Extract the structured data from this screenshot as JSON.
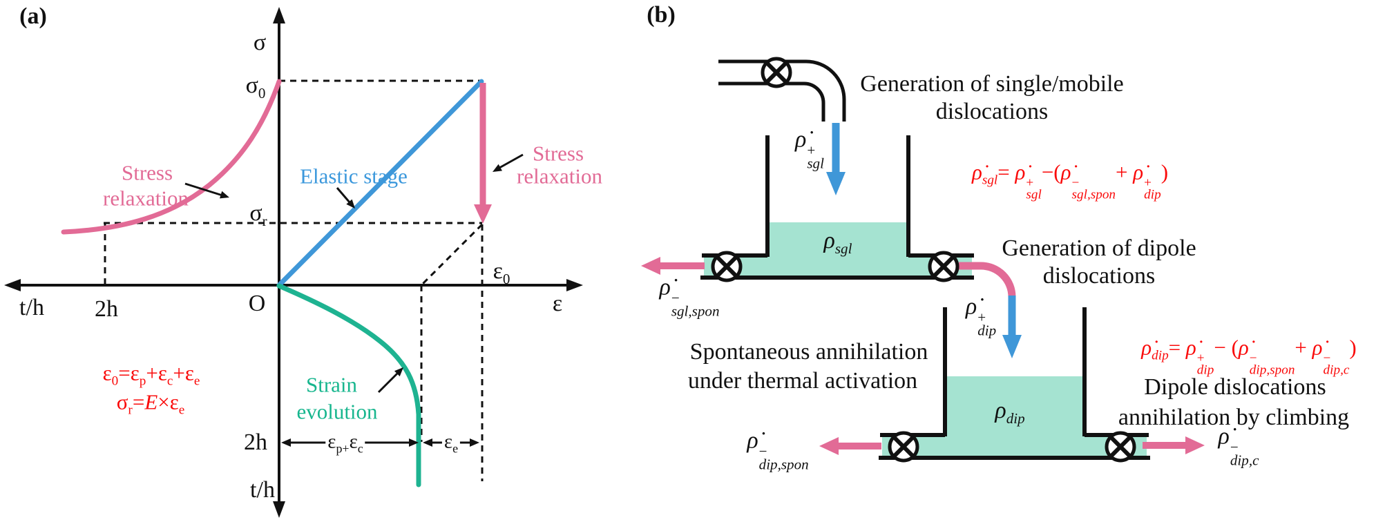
{
  "colors": {
    "pink": "#e26b96",
    "blue": "#3f97d8",
    "green": "#1eb391",
    "teal_fill": "#a5e3d1",
    "red": "#fa0a0a",
    "black": "#111111"
  },
  "panel_a": {
    "label": "(a)",
    "axis": {
      "sigma": "σ",
      "epsilon": "ε",
      "time_left": "t/h",
      "time_bottom": "t/h",
      "origin": "O",
      "two_h_left": "2h",
      "two_h_bottom": "2h"
    },
    "math": {
      "sigma0": [
        {
          "t": "σ",
          "sub": "0"
        }
      ],
      "sigma_r": [
        {
          "t": "σ",
          "sub": "r"
        }
      ],
      "eps0": [
        {
          "t": "ε",
          "sub": "0"
        }
      ],
      "eps_pc": [
        {
          "t": "ε",
          "sub": "p+"
        },
        {
          "t": "ε",
          "sub": "c"
        }
      ],
      "eps_e": [
        {
          "t": "ε",
          "sub": "e"
        }
      ],
      "eq_eps": [
        {
          "t": "ε",
          "sub": "0"
        },
        {
          "t": "="
        },
        {
          "t": "ε",
          "sub": "p"
        },
        {
          "t": "+"
        },
        {
          "t": "ε",
          "sub": "c"
        },
        {
          "t": "+"
        },
        {
          "t": "ε",
          "sub": "e"
        }
      ],
      "eq_sigma": [
        {
          "t": "σ",
          "sub": "r"
        },
        {
          "t": "="
        },
        {
          "t": "E",
          "i": 1
        },
        {
          "t": "×"
        },
        {
          "t": "ε",
          "sub": "e"
        }
      ]
    },
    "annotations": {
      "stress_relax_left": [
        "Stress",
        "relaxation"
      ],
      "stress_relax_right": [
        "Stress",
        "relaxation"
      ],
      "elastic_stage": "Elastic stage",
      "strain_evolution": [
        "Strain",
        "evolution"
      ]
    }
  },
  "panel_b": {
    "label": "(b)",
    "texts": {
      "gen_single_1": "Generation of single/mobile",
      "gen_single_2": "dislocations",
      "gen_dipole_1": "Generation of dipole",
      "gen_dipole_2": "dislocations",
      "spon_1": "Spontaneous annihilation",
      "spon_2": "under thermal activation",
      "climb_1": "Dipole dislocations",
      "climb_2": "annihilation by climbing"
    },
    "math": {
      "rho_sgl_plus": [
        {
          "t": "ρ̇",
          "sup": "+",
          "sub": "sgl",
          "i": 1
        }
      ],
      "rho_sgl_spon": [
        {
          "t": "ρ̇",
          "sup": "−",
          "sub": "sgl,spon",
          "i": 1
        }
      ],
      "rho_dip_plus": [
        {
          "t": "ρ̇",
          "sup": "+",
          "sub": "dip",
          "i": 1
        }
      ],
      "rho_dip_spon": [
        {
          "t": "ρ̇",
          "sup": "−",
          "sub": "dip,spon",
          "i": 1
        }
      ],
      "rho_dip_c": [
        {
          "t": "ρ̇",
          "sup": "−",
          "sub": "dip,c",
          "i": 1
        }
      ],
      "rho_sgl_tank": [
        {
          "t": "ρ",
          "sub": "sgl",
          "i": 1
        }
      ],
      "rho_dip_tank": [
        {
          "t": "ρ",
          "sub": "dip",
          "i": 1
        }
      ],
      "eq_sgl": [
        {
          "t": "ρ̇",
          "sub": "sgl",
          "i": 1
        },
        {
          "t": "= "
        },
        {
          "t": "ρ̇",
          "sup": "+",
          "sub": "sgl",
          "i": 1
        },
        {
          "t": "−("
        },
        {
          "t": "ρ̇",
          "sup": "−",
          "sub": "sgl,spon",
          "i": 1
        },
        {
          "t": "+ "
        },
        {
          "t": "ρ̇",
          "sup": "+",
          "sub": "dip",
          "i": 1
        },
        {
          "t": ")"
        }
      ],
      "eq_dip": [
        {
          "t": "ρ̇",
          "sub": "dip",
          "i": 1
        },
        {
          "t": "= "
        },
        {
          "t": "ρ̇",
          "sup": "+",
          "sub": "dip",
          "i": 1
        },
        {
          "t": "− ("
        },
        {
          "t": "ρ̇",
          "sup": "−",
          "sub": "dip,spon",
          "i": 1
        },
        {
          "t": "+ "
        },
        {
          "t": "ρ̇",
          "sup": "−",
          "sub": "dip,c",
          "i": 1
        },
        {
          "t": ")"
        }
      ]
    }
  }
}
